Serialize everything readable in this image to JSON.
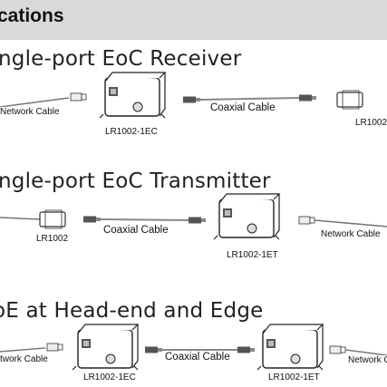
{
  "header": {
    "title": "cations"
  },
  "sections": [
    {
      "title": "ngle-port EoC Receiver",
      "labels": {
        "network_cable": "Network Cable",
        "device": "LR1002-1EC",
        "coaxial": "Coaxial Cable",
        "remote": "LR1002"
      }
    },
    {
      "title": "ngle-port EoC Transmitter",
      "labels": {
        "remote": "LR1002",
        "coaxial": "Coaxial Cable",
        "device": "LR1002-1ET",
        "network_cable": "Network Cable"
      }
    },
    {
      "title": "oE at Head-end and Edge",
      "labels": {
        "network_cable_left": "twork Cable",
        "device_left": "LR1002-1EC",
        "coaxial": "Coaxial Cable",
        "device_right": "LR1002-1ET",
        "network_cable_right": "Network Ca"
      }
    }
  ]
}
